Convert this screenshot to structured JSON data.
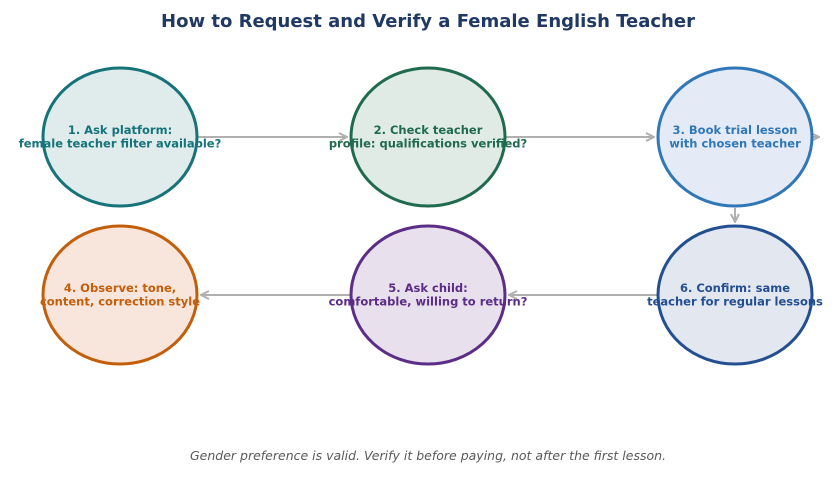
{
  "title": "How to Request and Verify a Female English Teacher",
  "footer": "Gender preference is valid. Verify it before paying, not after the first lesson.",
  "steps": [
    {
      "id": 1,
      "lines": [
        "1. Ask platform:",
        "female teacher filter available?"
      ],
      "stroke": "#16737a",
      "fill": "#dfeceb",
      "text": "#16737a"
    },
    {
      "id": 2,
      "lines": [
        "2. Check teacher",
        "profile: qualifications verified?"
      ],
      "stroke": "#206b4f",
      "fill": "#e0ebe5",
      "text": "#206b4f"
    },
    {
      "id": 3,
      "lines": [
        "3. Book trial lesson",
        "with chosen teacher"
      ],
      "stroke": "#3077b7",
      "fill": "#e4ebf6",
      "text": "#3077b7"
    },
    {
      "id": 6,
      "lines": [
        "6. Confirm: same",
        "teacher for regular lessons"
      ],
      "stroke": "#234f91",
      "fill": "#e2e7f0",
      "text": "#234f91"
    },
    {
      "id": 5,
      "lines": [
        "5. Ask child:",
        "comfortable, willing to return?"
      ],
      "stroke": "#5b2d87",
      "fill": "#e8e0ed",
      "text": "#5b2d87"
    },
    {
      "id": 4,
      "lines": [
        "4. Observe: tone,",
        "content, correction style"
      ],
      "stroke": "#c35e0b",
      "fill": "#f8e6dc",
      "text": "#c35e0b"
    }
  ],
  "arrow_color": "#b0b0b0"
}
